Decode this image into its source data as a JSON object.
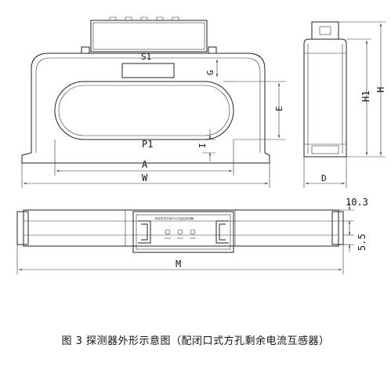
{
  "labels": {
    "s1": "S1",
    "p1": "P1",
    "g": "G",
    "e": "E",
    "i": "I",
    "a": "A",
    "w": "W",
    "h": "H",
    "h1": "H1",
    "d": "D",
    "m": "M",
    "dim_10_3": "10.3",
    "dim_5_5": "5.5"
  },
  "caption": "图 3   探测器外形示意图（配闭口式方孔剩余电流互感器）"
}
